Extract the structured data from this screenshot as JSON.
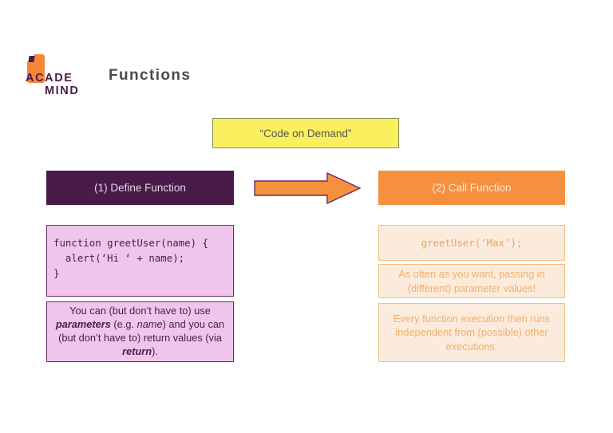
{
  "slide": {
    "title": "Functions",
    "background": "#ffffff"
  },
  "brand": {
    "name_top": "ACADE",
    "name_bottom": "MIND",
    "mark_icon": "academind-flag-logo",
    "mark_color": "#F5873B",
    "text_color": "#4A1A49"
  },
  "banner": {
    "label": "“Code on Demand”",
    "fill": "#FAF05F",
    "border": "#8E8E54",
    "text_color": "#555555"
  },
  "arrow": {
    "icon": "right-arrow-icon",
    "fill": "#F5913E",
    "stroke": "#6A2C6A",
    "direction": "right"
  },
  "columns": {
    "define": {
      "header_label": "(1) Define Function",
      "header_fill": "#4A1A49",
      "header_text_color": "#E3D6E6",
      "code": "function greetUser(name) {\n  alert(‘Hi ‘ + name);\n}",
      "code_fill": "#EFC5EC",
      "code_border": "#6A2C6A",
      "code_text_color": "#4A1A49",
      "note_html": "You can (but don’t have to) use <b>parameters</b> (e.g. <i>name</i>) and you can (but don’t have to) return values (via <b>return</b>).",
      "note_plain": "You can (but don’t have to) use parameters (e.g. name) and you can (but don’t have to) return values (via return)."
    },
    "call": {
      "header_label": "(2) Call Function",
      "header_fill": "#F5913E",
      "header_text_color": "#FCE7D4",
      "code": "greetUser(‘Max’);",
      "code_fill": "#FBEBDC",
      "code_border": "#F3BE84",
      "code_text_color": "#F0A45B",
      "note_1": "As often as you want, passing in (different) parameter values!",
      "note_2": "Every function execution then runs independent from (possible) other executions."
    }
  }
}
